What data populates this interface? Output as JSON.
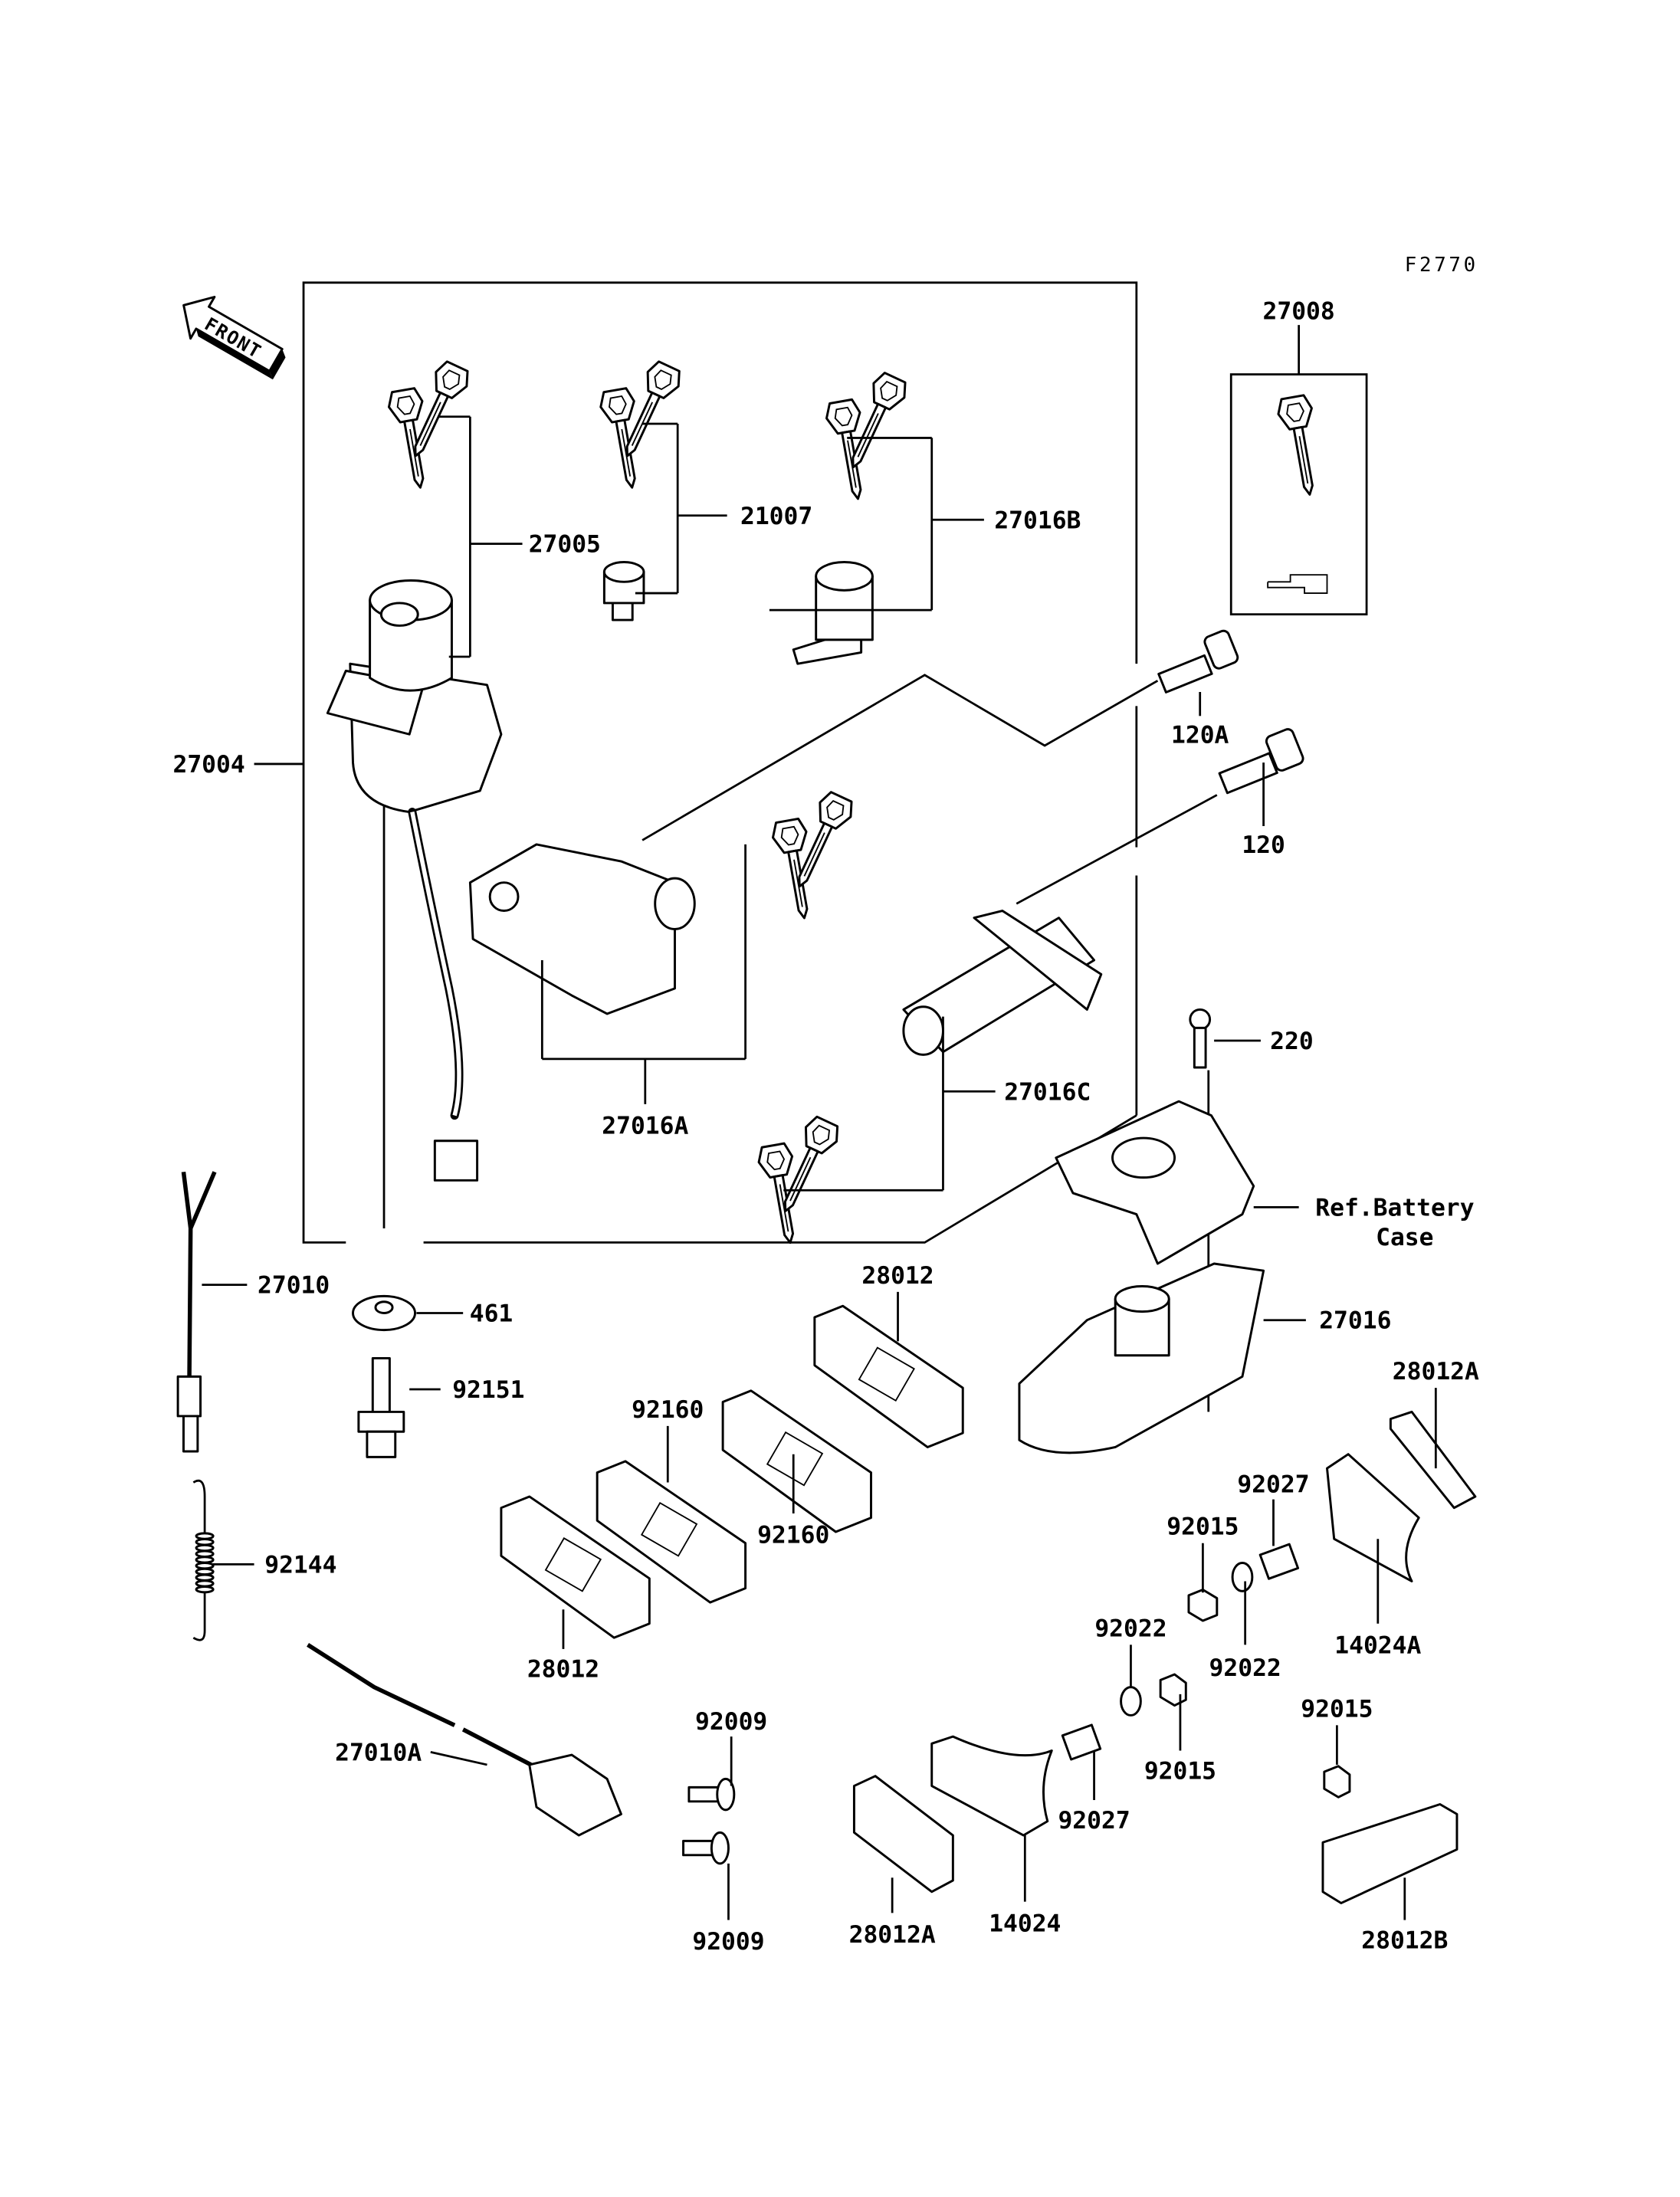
{
  "diagram_code": "F2770",
  "front_label": "FRONT",
  "labels": [
    "27005",
    "21007",
    "27016B",
    "27004",
    "27008",
    "120A",
    "120",
    "220",
    "27016A",
    "27016C",
    "Ref.Battery",
    "Case",
    "27010",
    "461",
    "92151",
    "28012",
    "27016",
    "28012A",
    "92160",
    "92160",
    "92027",
    "92015",
    "92144",
    "14024A",
    "92022",
    "28012",
    "92022",
    "92015",
    "92009",
    "27010A",
    "92015",
    "92027",
    "28012A",
    "14024",
    "92009",
    "28012B"
  ]
}
